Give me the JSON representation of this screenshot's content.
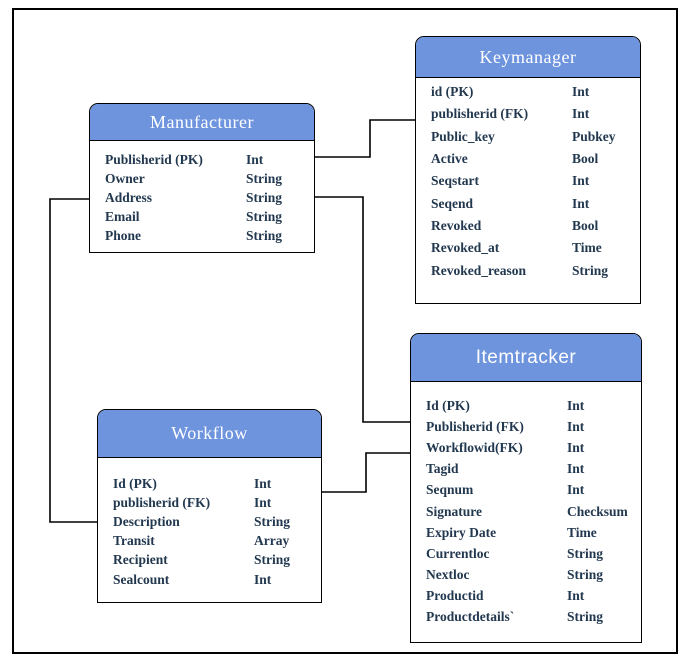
{
  "diagram": {
    "kind": "entity-relationship-diagram"
  },
  "colors": {
    "header_fill": "#6e94de",
    "header_text": "#ffffff",
    "field_text": "#22384f",
    "line_and_border": "#000000",
    "background": "#ffffff"
  },
  "entities": [
    {
      "name": "Manufacturer",
      "rows": [
        {
          "field": "Publisherid (PK)",
          "type": "Int"
        },
        {
          "field": "Owner",
          "type": "String"
        },
        {
          "field": "Address",
          "type": "String"
        },
        {
          "field": "Email",
          "type": "String"
        },
        {
          "field": "Phone",
          "type": "String"
        }
      ]
    },
    {
      "name": "Keymanager",
      "rows": [
        {
          "field": "id (PK)",
          "type": "Int"
        },
        {
          "field": "publisherid (FK)",
          "type": "Int"
        },
        {
          "field": "Public_key",
          "type": "Pubkey"
        },
        {
          "field": "Active",
          "type": "Bool"
        },
        {
          "field": "Seqstart",
          "type": "Int"
        },
        {
          "field": "Seqend",
          "type": "Int"
        },
        {
          "field": "Revoked",
          "type": "Bool"
        },
        {
          "field": "Revoked_at",
          "type": "Time"
        },
        {
          "field": "Revoked_reason",
          "type": "String"
        }
      ]
    },
    {
      "name": "Itemtracker",
      "rows": [
        {
          "field": "Id (PK)",
          "type": "Int"
        },
        {
          "field": "Publisherid (FK)",
          "type": "Int"
        },
        {
          "field": "Workflowid(FK)",
          "type": "Int"
        },
        {
          "field": "Tagid",
          "type": "Int"
        },
        {
          "field": "Seqnum",
          "type": "Int"
        },
        {
          "field": "Signature",
          "type": "Checksum"
        },
        {
          "field": "Expiry Date",
          "type": "Time"
        },
        {
          "field": "Currentloc",
          "type": "String"
        },
        {
          "field": "Nextloc",
          "type": "String"
        },
        {
          "field": "Productid",
          "type": "Int"
        },
        {
          "field": "Productdetails`",
          "type": "String"
        }
      ]
    },
    {
      "name": "Workflow",
      "rows": [
        {
          "field": "Id (PK)",
          "type": "Int"
        },
        {
          "field": "publisherid (FK)",
          "type": "Int"
        },
        {
          "field": "Description",
          "type": "String"
        },
        {
          "field": "Transit",
          "type": "Array"
        },
        {
          "field": "Recipient",
          "type": "String"
        },
        {
          "field": "Sealcount",
          "type": "Int"
        }
      ]
    }
  ],
  "connectors": [
    {
      "name": "manufacturer-to-keymanager",
      "from": "Manufacturer.Publisherid (PK)",
      "to": "Keymanager.publisherid (FK)"
    },
    {
      "name": "manufacturer-to-itemtracker",
      "from": "Manufacturer",
      "to": "Itemtracker.Publisherid (FK)"
    },
    {
      "name": "manufacturer-to-workflow",
      "from": "Manufacturer",
      "to": "Workflow"
    },
    {
      "name": "workflow-to-itemtracker",
      "from": "Workflow.Id (PK)",
      "to": "Itemtracker.Workflowid(FK)"
    }
  ]
}
